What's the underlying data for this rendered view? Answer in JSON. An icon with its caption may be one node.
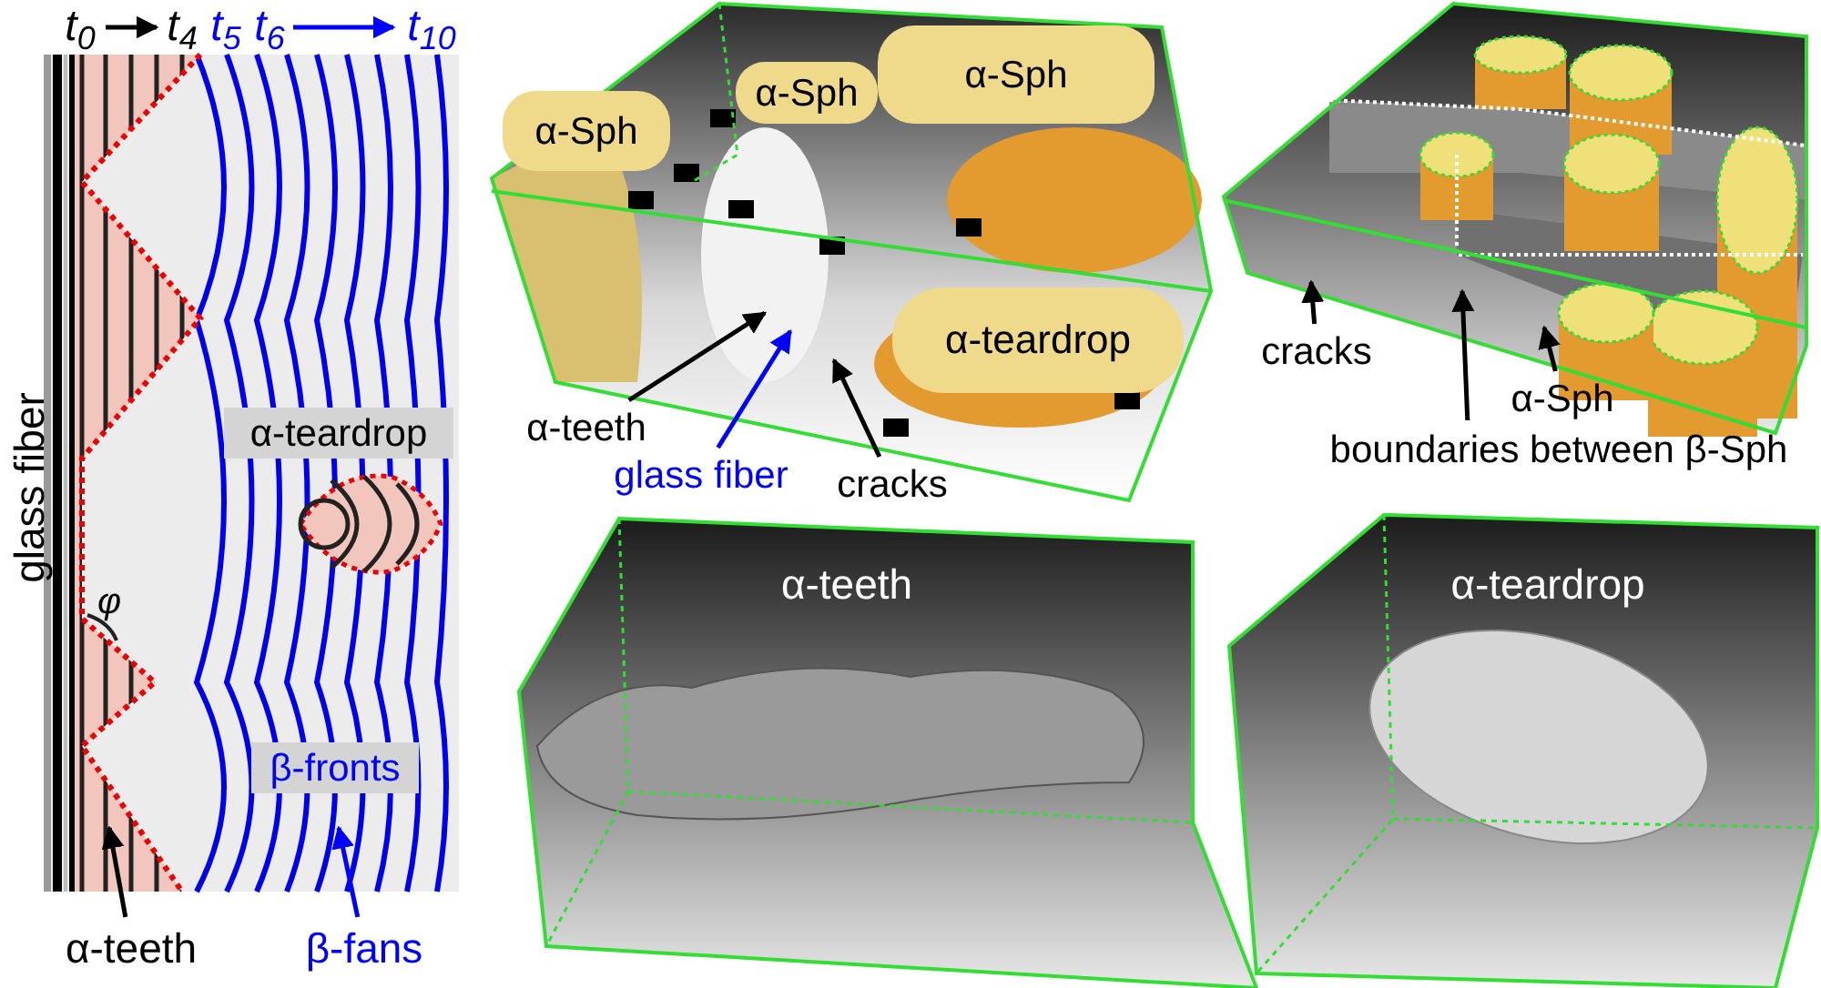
{
  "diagram": {
    "nodes": [
      {
        "text": [
          "t$_{0}$"
        ]
      },
      {
        "text": [
          "t$_{4}$"
        ]
      },
      {
        "text": [
          "t$_{5}$"
        ]
      },
      {
        "text": [
          "t$_{6}$"
        ]
      },
      {
        "text": [
          "t$_{10}$"
        ]
      },
      {
        "text": [
          "α-teeth"
        ]
      },
      {
        "text": [
          "β-fans"
        ]
      },
      {
        "text": [
          "α-teeth"
        ]
      },
      {
        "text": [
          "glass fiber"
        ]
      },
      {
        "text": [
          "cracks"
        ]
      },
      {
        "text": [
          "cracks"
        ]
      },
      {
        "text": [
          "α-Sph"
        ]
      },
      {
        "text": [
          "boundaries between β-Sph"
        ]
      },
      {
        "text": [
          "α-Sph"
        ]
      },
      {
        "text": [
          "α-Sph"
        ]
      },
      {
        "text": [
          "α-Sph"
        ]
      },
      {
        "text": [
          "α-teardrop"
        ]
      }
    ],
    "edges": [
      {
        "from": 0,
        "to": 1,
        "arrow": "to"
      },
      {
        "from": 3,
        "to": 4,
        "arrow": "to",
        "color": "#0000ff"
      },
      {
        "from": 5,
        "to": null,
        "arrow": "to"
      },
      {
        "from": 6,
        "to": null,
        "arrow": "to",
        "color": "#0000ff"
      },
      {
        "from": 7,
        "to": null,
        "arrow": "to"
      },
      {
        "from": 8,
        "to": null,
        "arrow": "to",
        "color": "#0000ff"
      },
      {
        "from": 9,
        "to": null,
        "arrow": "to"
      },
      {
        "from": 10,
        "to": null,
        "arrow": "to"
      },
      {
        "from": 11,
        "to": null,
        "arrow": "to"
      },
      {
        "from": 12,
        "to": null,
        "arrow": "to"
      }
    ],
    "labels": [
      "glass fiber",
      "α-teardrop",
      "φ",
      "β-fronts",
      "α-teeth",
      "α-teardrop"
    ]
  }
}
